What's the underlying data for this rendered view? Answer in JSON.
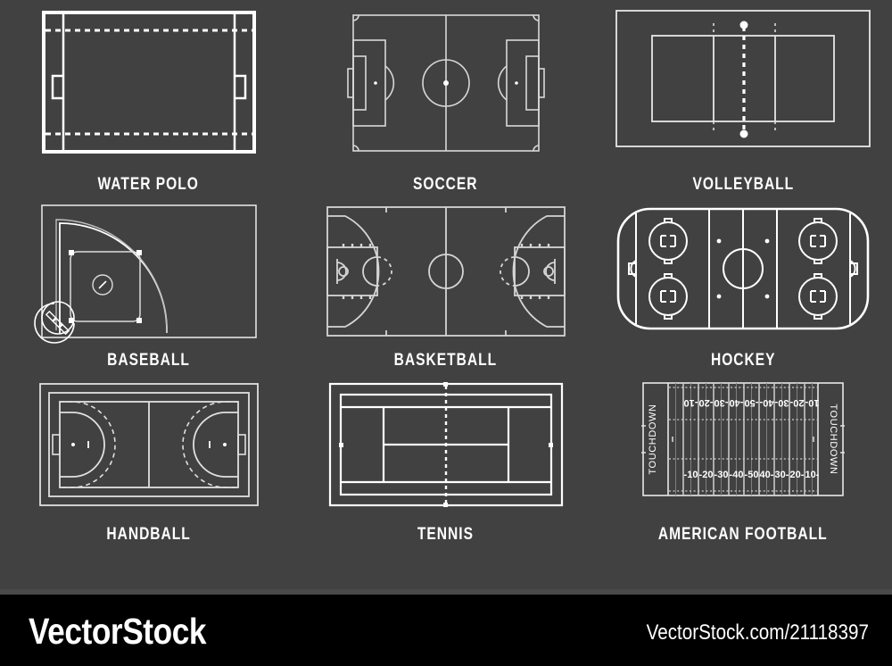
{
  "page": {
    "background_color": "#414141",
    "line_color": "#ffffff",
    "dim_line_color": "#b9b9b9"
  },
  "sports": [
    {
      "id": "water-polo",
      "label": "WATER POLO",
      "field_type": "water-polo-pool"
    },
    {
      "id": "soccer",
      "label": "SOCCER",
      "field_type": "soccer-pitch"
    },
    {
      "id": "volleyball",
      "label": "VOLLEYBALL",
      "field_type": "volleyball-court"
    },
    {
      "id": "baseball",
      "label": "BASEBALL",
      "field_type": "baseball-diamond"
    },
    {
      "id": "basketball",
      "label": "BASKETBALL",
      "field_type": "basketball-court"
    },
    {
      "id": "hockey",
      "label": "HOCKEY",
      "field_type": "hockey-rink"
    },
    {
      "id": "handball",
      "label": "HANDBALL",
      "field_type": "handball-court"
    },
    {
      "id": "tennis",
      "label": "TENNIS",
      "field_type": "tennis-court"
    },
    {
      "id": "american-football",
      "label": "AMERICAN FOOTBALL",
      "field_type": "american-football-field",
      "endzone_text": "TOUCHDOWN",
      "yard_numbers_top": [
        "10",
        "20",
        "30",
        "40",
        "50",
        "40",
        "30",
        "20",
        "10"
      ],
      "yard_numbers_bottom": [
        "10",
        "20",
        "30",
        "40",
        "50",
        "40",
        "30",
        "20",
        "10"
      ]
    }
  ],
  "footer": {
    "brand": "VectorStock",
    "url": "VectorStock.com/21118397",
    "background_color": "#000000"
  }
}
